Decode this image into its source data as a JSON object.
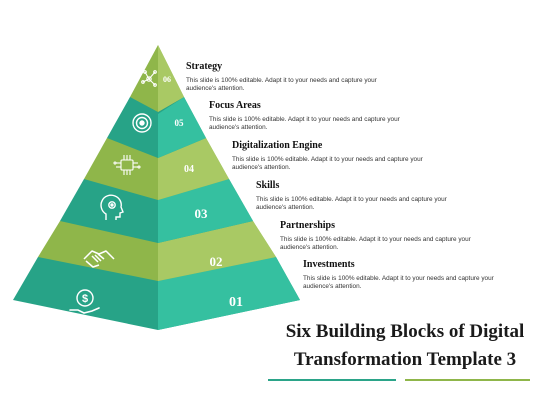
{
  "colors": {
    "teal": "#27a387",
    "teal_face": "#35c0a0",
    "green": "#8fb64a",
    "green_face": "#a9c964",
    "icon": "#ffffff",
    "underline_left": "#2ba489",
    "underline_right": "#8fb64a"
  },
  "title": "Six Building Blocks of Digital Transformation Template 3",
  "levels": [
    {
      "number": "06",
      "title": "Strategy",
      "description": "This slide is 100% editable. Adapt it to your needs and capture your audience's attention.",
      "icon": "network-icon"
    },
    {
      "number": "05",
      "title": "Focus Areas",
      "description": "This slide is 100% editable. Adapt it to your needs and capture your audience's attention.",
      "icon": "target-icon"
    },
    {
      "number": "04",
      "title": "Digitalization Engine",
      "description": "This slide is 100% editable. Adapt it to your needs and capture your audience's attention.",
      "icon": "chip-icon"
    },
    {
      "number": "03",
      "title": "Skills",
      "description": "This slide is 100% editable. Adapt it to your needs and capture your audience's attention.",
      "icon": "head-gear-icon"
    },
    {
      "number": "02",
      "title": "Partnerships",
      "description": "This slide is 100% editable. Adapt it to your needs and capture your audience's attention.",
      "icon": "handshake-icon"
    },
    {
      "number": "01",
      "title": "Investments",
      "description": "This slide is 100% editable. Adapt it to your needs and capture your audience's attention.",
      "icon": "dollar-hand-icon"
    }
  ]
}
